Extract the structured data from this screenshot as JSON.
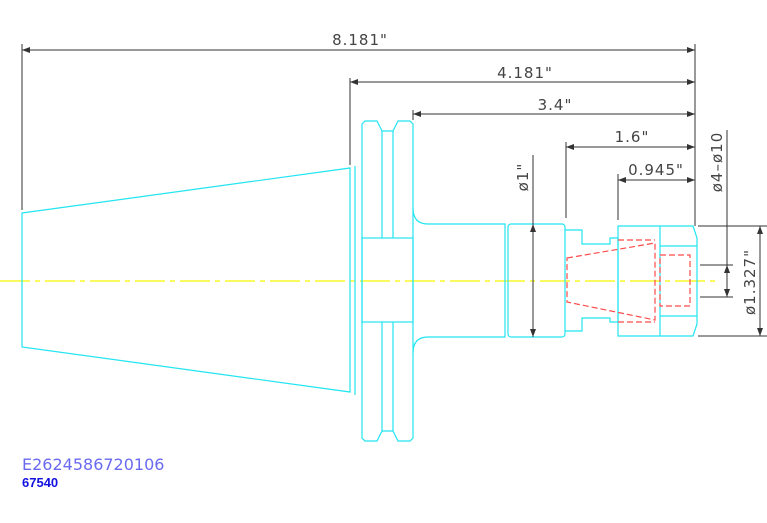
{
  "dimensions": {
    "overall_length": "8.181\"",
    "flange_to_end": "4.181\"",
    "shank_to_end": "3.4\"",
    "nose_length": "1.6\"",
    "nut_length": "0.945\"",
    "shank_diameter": "ø1\"",
    "clamping_range": "ø4–ø10",
    "nut_diameter": "ø1.327\""
  },
  "colors": {
    "outline": "#22e5f0",
    "hidden": "#ff4b4b",
    "centerline": "#ffff00",
    "dimension": "#333333"
  },
  "drawing_code": "E2624586720106",
  "part_number": "67540"
}
